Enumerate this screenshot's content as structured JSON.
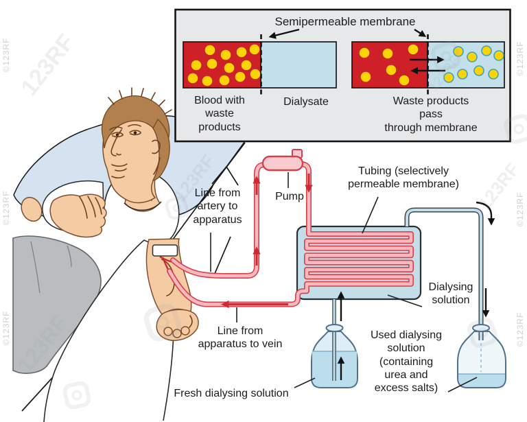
{
  "inset": {
    "title": "Semipermeable membrane",
    "blood_label": "Blood with\nwaste\nproducts",
    "dialysate_label": "Dialysate",
    "waste_label": "Waste products pass\nthrough membrane"
  },
  "labels": {
    "pump": "Pump",
    "artery_line": "Line from\nartery to\napparatus",
    "tubing": "Tubing (selectively\npermeable membrane)",
    "dialysing_solution": "Dialysing\nsolution",
    "vein_line": "Line from\napparatus to vein",
    "fresh_solution": "Fresh dialysing solution",
    "used_solution": "Used dialysing\nsolution\n(containing\nurea and\nexcess salts)"
  },
  "watermark": {
    "logo": "123RF",
    "edge": "©123RF"
  },
  "colors": {
    "blood_red": "#CE2027",
    "waste_yellow": "#FBD307",
    "dialysate_blue": "#C2DFEA",
    "tube_outline": "#D6404B",
    "tube_fill": "#F7B8BE",
    "pump_fill": "#F9CBD1",
    "dialyser_fill": "#C3DEE9",
    "drain_tube": "#36454F",
    "bottle_outline": "#4E708E",
    "liquid": "#BCDDEB",
    "skin": "#F5CBA3",
    "hair": "#B2804E",
    "blanket": "#B9BDC0",
    "pillow": "#D5E2F0",
    "inset_bg": "#E7E8E9",
    "ink": "#1C1C1E"
  }
}
